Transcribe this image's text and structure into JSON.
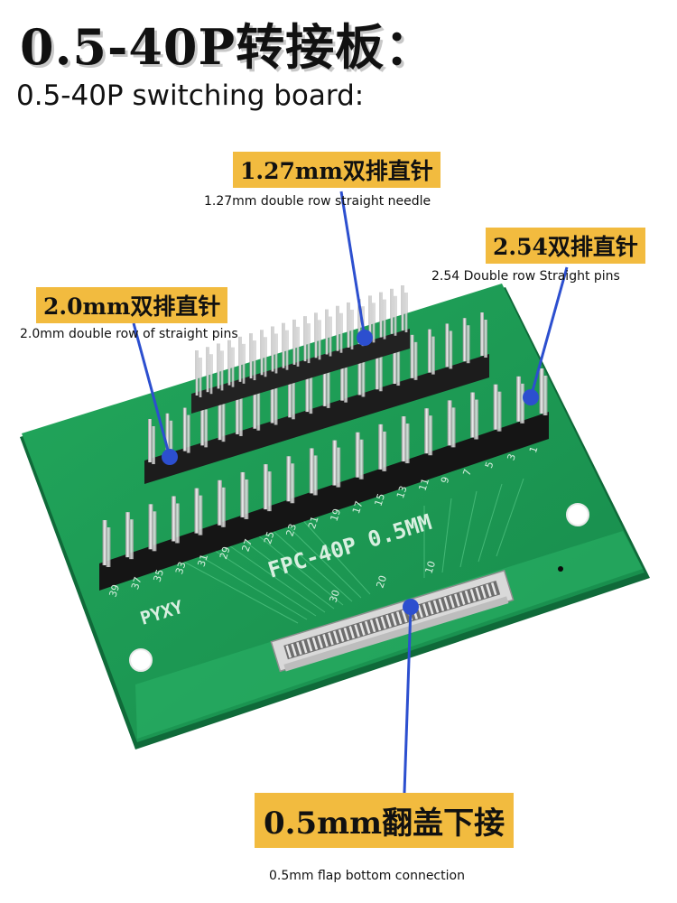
{
  "title": {
    "chinese": "0.5-40P转接板：",
    "english": "0.5-40P switching board:"
  },
  "callouts": [
    {
      "cn": "1.27mm双排直针",
      "en": "1.27mm double row straight needle"
    },
    {
      "cn": "2.54双排直针",
      "en": "2.54 Double row Straight pins"
    },
    {
      "cn": "2.0mm双排直针",
      "en": "2.0mm double row of straight pins"
    },
    {
      "cn": "0.5mm翻盖下接",
      "en": "0.5mm flap bottom connection"
    }
  ],
  "board": {
    "model_text": "FPC-40P  0.5MM",
    "brand_text": "PYXY",
    "pin_labels_front": [
      "39",
      "37",
      "35",
      "33",
      "31",
      "29",
      "27",
      "25",
      "23",
      "21",
      "19",
      "17",
      "15",
      "13",
      "11",
      "9",
      "7",
      "5",
      "3",
      "1"
    ],
    "connector_labels": [
      "30",
      "20",
      "10"
    ],
    "colors": {
      "pcb": "#1f9a55",
      "pcb_dark": "#17824a",
      "silkscreen": "#d8efe0",
      "header": "#1b1b1b",
      "pin": "#c9c9c9",
      "tag": "#f2bb3f",
      "leader": "#2c4fcf"
    }
  }
}
